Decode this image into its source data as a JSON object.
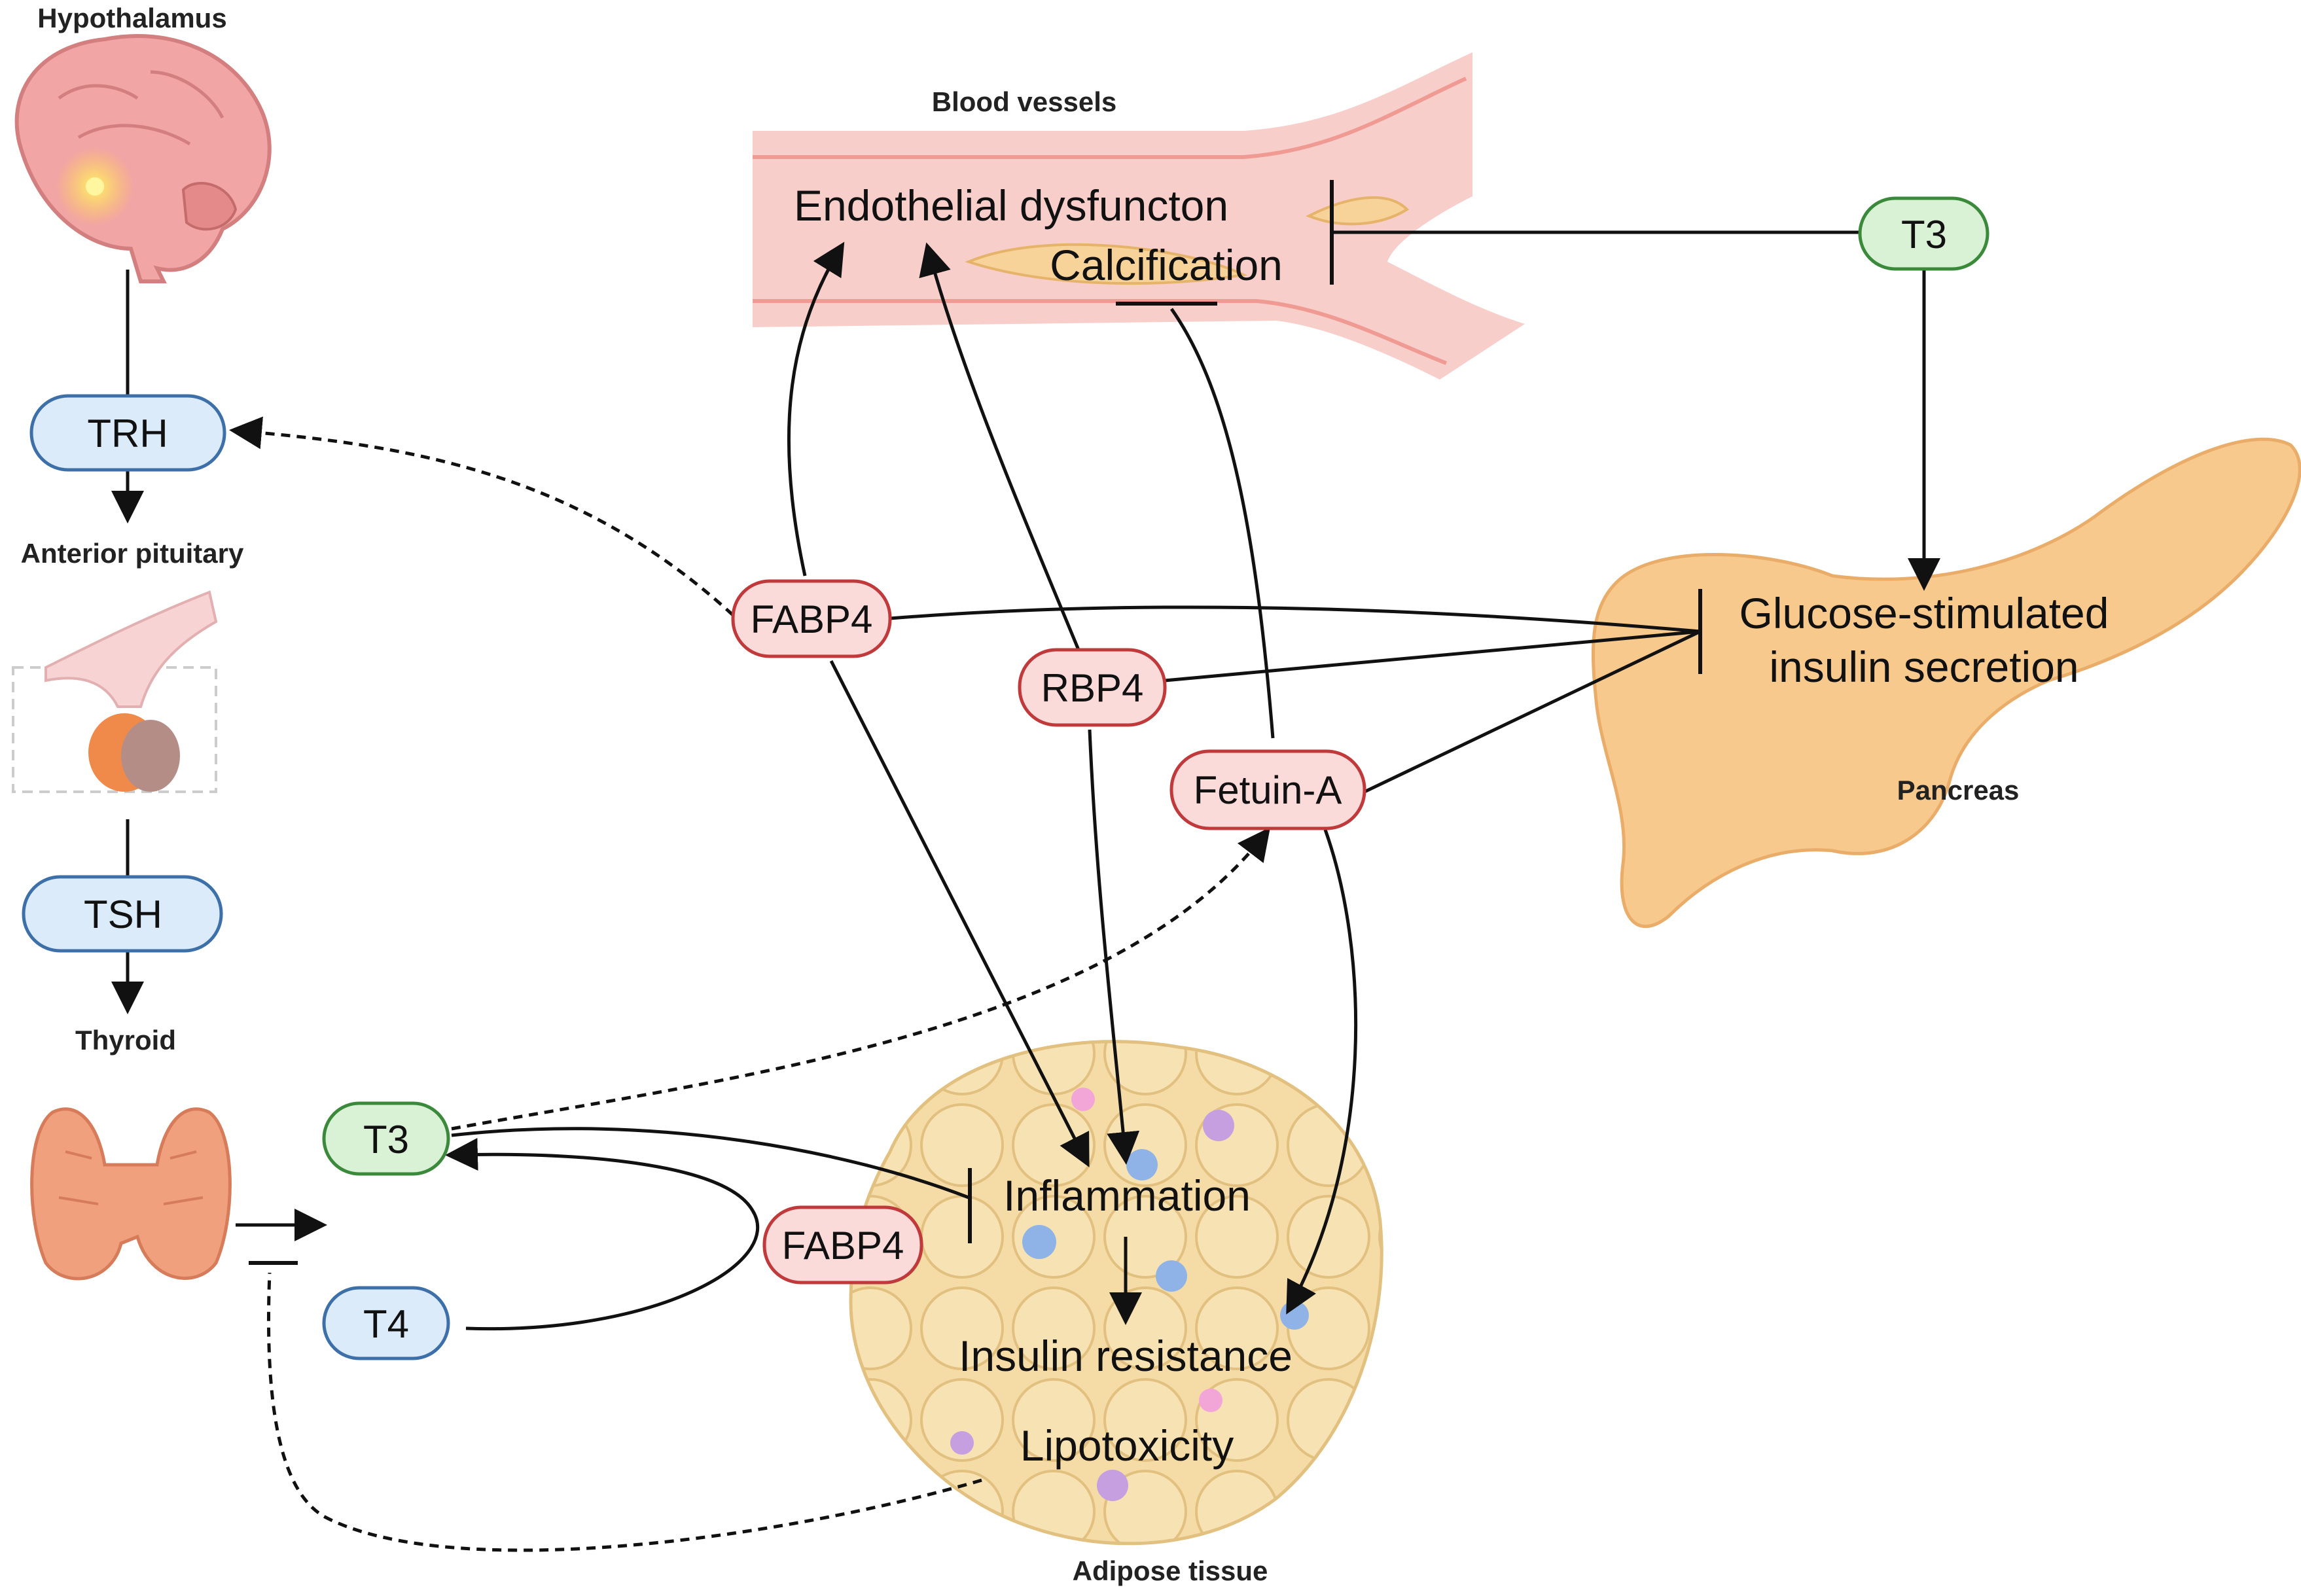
{
  "organs": {
    "hypothalamus": "Hypothalamus",
    "anterior_pituitary": "Anterior pituitary",
    "thyroid": "Thyroid",
    "blood_vessels": "Blood vessels",
    "pancreas": "Pancreas",
    "adipose_tissue": "Adipose tissue"
  },
  "nodes": {
    "trh": "TRH",
    "tsh": "TSH",
    "t3_left": "T3",
    "t4": "T4",
    "t3_top": "T3",
    "fabp4_main": "FABP4",
    "rbp4": "RBP4",
    "fetuin_a": "Fetuin-A",
    "fabp4_adipose": "FABP4"
  },
  "processes": {
    "endothelial": "Endothelial dysfuncton",
    "calcification": "Calcification",
    "gsis_line1": "Glucose-stimulated",
    "gsis_line2": "insulin secretion",
    "inflammation": "Inflammation",
    "insulin_resistance": "Insulin resistance",
    "lipotoxicity": "Lipotoxicity"
  },
  "colors": {
    "blue_fill": "#dcebfa",
    "blue_stroke": "#3d6fa8",
    "green_fill": "#d9f2d6",
    "green_stroke": "#3b8a3b",
    "red_fill": "#fbdada",
    "red_stroke": "#c0393b",
    "pancreas": "#f7c98d",
    "adipose": "#f5dca6",
    "vessel": "#f7c9c5"
  }
}
